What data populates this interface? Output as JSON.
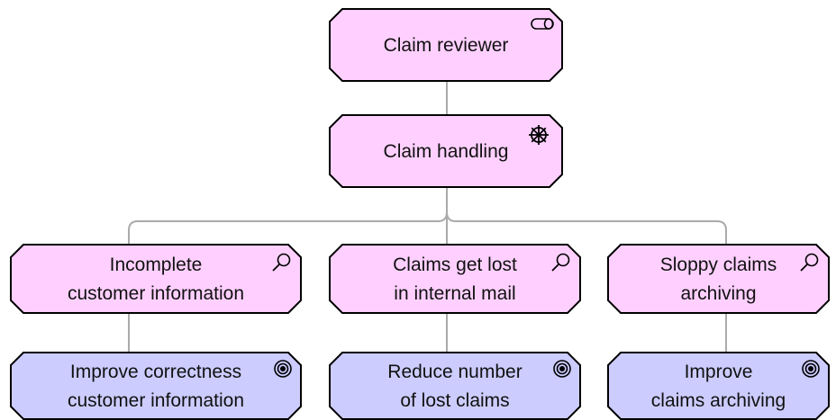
{
  "colors": {
    "stakeholder_fill": "#ffd0ff",
    "goal_fill": "#ccccff",
    "node_stroke": "#000000",
    "connector": "#aaaaaa"
  },
  "nodes": [
    {
      "id": "claim-reviewer",
      "kind": "stakeholder",
      "icon": "role-icon",
      "lines": [
        "Claim reviewer"
      ]
    },
    {
      "id": "claim-handling",
      "kind": "stakeholder",
      "icon": "driver-icon",
      "lines": [
        "Claim handling"
      ]
    },
    {
      "id": "incomplete-info",
      "kind": "stakeholder",
      "icon": "assessment-icon",
      "lines": [
        "Incomplete",
        "customer information"
      ]
    },
    {
      "id": "lost-mail",
      "kind": "stakeholder",
      "icon": "assessment-icon",
      "lines": [
        "Claims get lost",
        "in internal mail"
      ]
    },
    {
      "id": "sloppy-archiving",
      "kind": "stakeholder",
      "icon": "assessment-icon",
      "lines": [
        "Sloppy claims",
        "archiving"
      ]
    },
    {
      "id": "improve-correctness",
      "kind": "goal",
      "icon": "goal-icon",
      "lines": [
        "Improve correctness",
        "customer information"
      ]
    },
    {
      "id": "reduce-lost",
      "kind": "goal",
      "icon": "goal-icon",
      "lines": [
        "Reduce number",
        "of lost claims"
      ]
    },
    {
      "id": "improve-archiving",
      "kind": "goal",
      "icon": "goal-icon",
      "lines": [
        "Improve",
        "claims archiving"
      ]
    }
  ],
  "connections": [
    {
      "from": "claim-reviewer",
      "to": "claim-handling"
    },
    {
      "from": "claim-handling",
      "to": "incomplete-info"
    },
    {
      "from": "claim-handling",
      "to": "lost-mail"
    },
    {
      "from": "claim-handling",
      "to": "sloppy-archiving"
    },
    {
      "from": "incomplete-info",
      "to": "improve-correctness"
    },
    {
      "from": "lost-mail",
      "to": "reduce-lost"
    },
    {
      "from": "sloppy-archiving",
      "to": "improve-archiving"
    }
  ]
}
